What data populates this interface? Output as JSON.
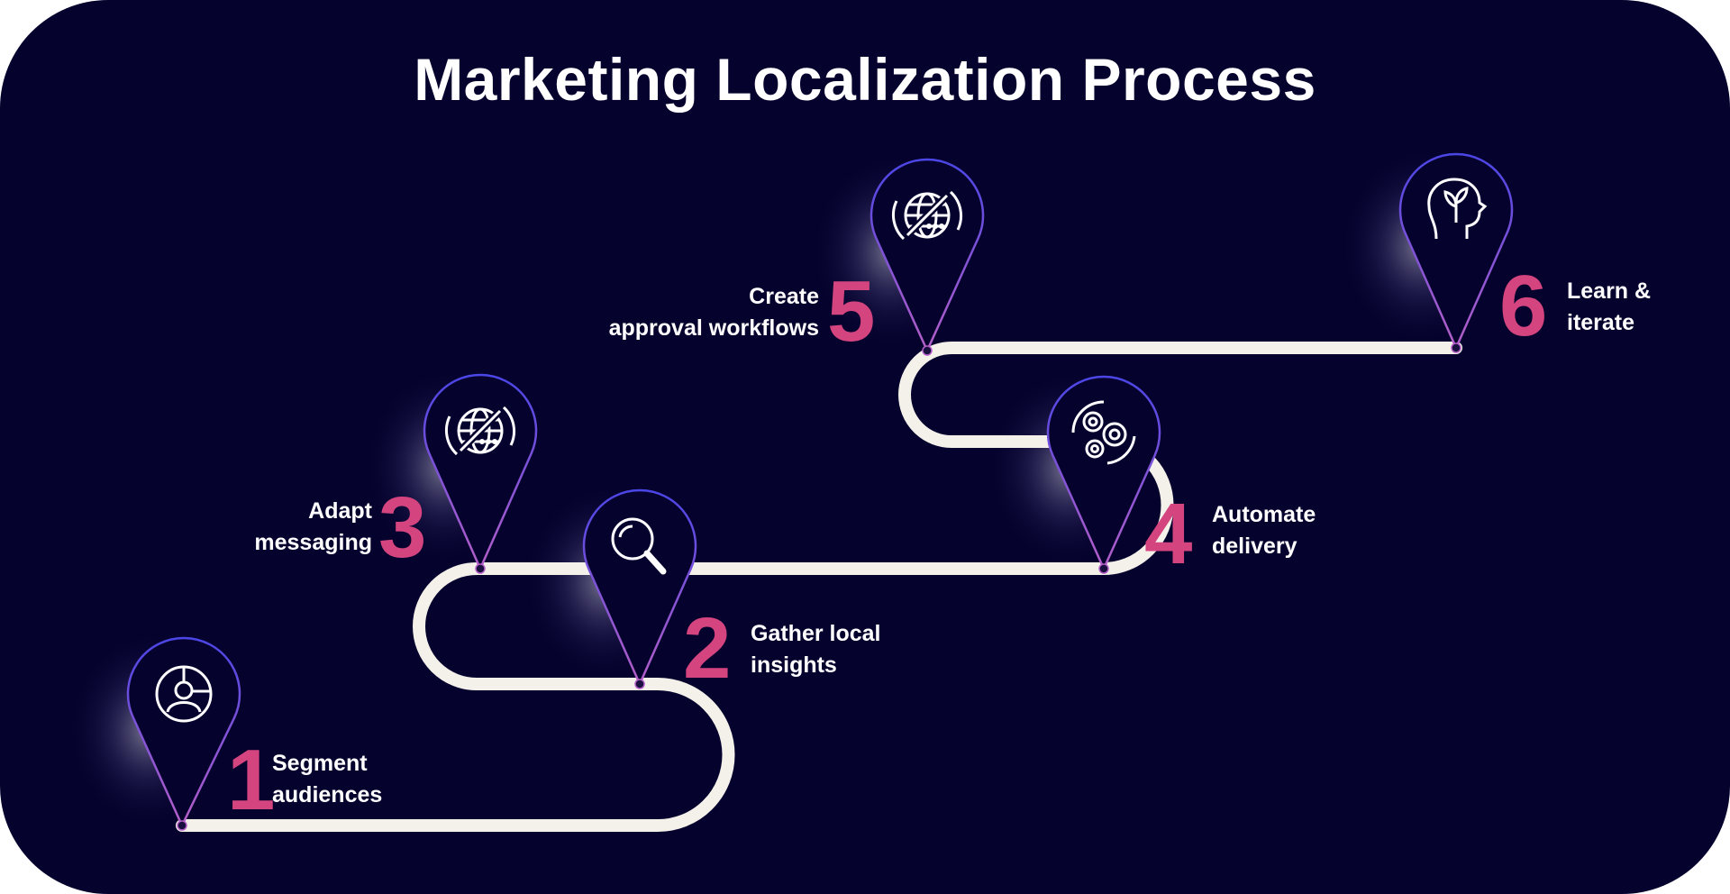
{
  "title": "Marketing Localization Process",
  "colors": {
    "background": "#06022e",
    "accent": "#d4447f",
    "path": "#f4f1ea",
    "pin_top": "#4b46e6",
    "pin_bottom": "#b45fc8"
  },
  "steps": [
    {
      "number": "1",
      "label_lines": [
        "Segment",
        "audiences"
      ],
      "icon": "audience-segment-icon"
    },
    {
      "number": "2",
      "label_lines": [
        "Gather local",
        "insights"
      ],
      "icon": "magnifier-icon"
    },
    {
      "number": "3",
      "label_lines": [
        "Adapt",
        "messaging"
      ],
      "icon": "globe-chat-icon"
    },
    {
      "number": "4",
      "label_lines": [
        "Automate",
        "delivery"
      ],
      "icon": "gears-icon"
    },
    {
      "number": "5",
      "label_lines": [
        "Create",
        "approval workflows"
      ],
      "icon": "globe-chat-icon"
    },
    {
      "number": "6",
      "label_lines": [
        "Learn &",
        "iterate"
      ],
      "icon": "head-plant-icon"
    }
  ]
}
